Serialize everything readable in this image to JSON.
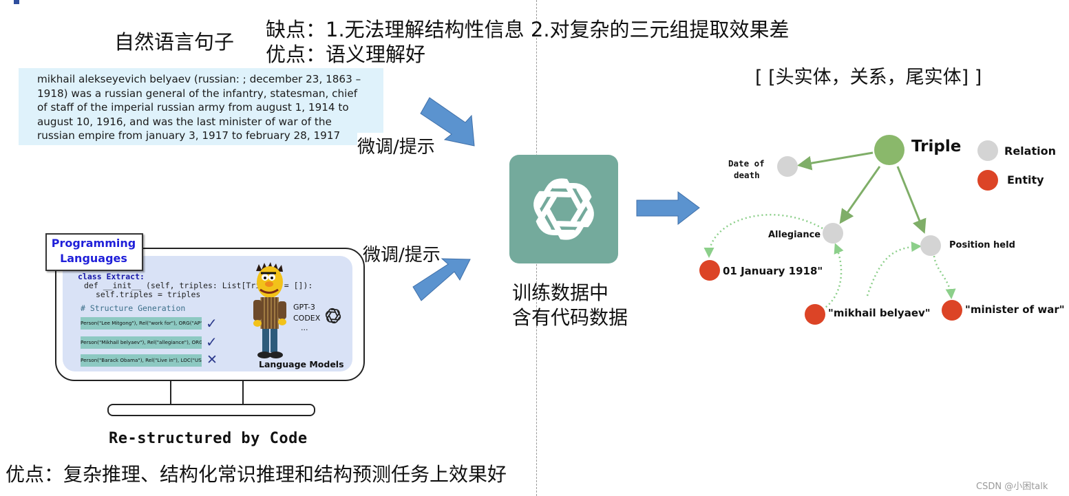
{
  "header": {
    "natural_language_title": "自然语言句子",
    "cons": "缺点：1.无法理解结构性信息 2.对复杂的三元组提取效果差",
    "pros": "优点：语义理解好"
  },
  "sentence": {
    "lines": [
      "mikhail alekseyevich belyaev (russian: ; december 23, 1863 –",
      "1918) was a russian general of the infantry, statesman, chief",
      "of staff of the imperial russian army from august 1, 1914 to",
      "august 10, 1916, and was the last minister of war of the",
      "russian empire from january 3, 1917 to february 28, 1917"
    ]
  },
  "arrows": {
    "finetune_label_top": "微调/提示",
    "finetune_label_bottom": "微调/提示"
  },
  "center": {
    "training_line1": "训练数据中",
    "training_line2": "含有代码数据",
    "icon": "openai-logo-icon"
  },
  "code_panel": {
    "pl_line1": "Programming",
    "pl_line2": "Languages",
    "code_line1": "class Extract:",
    "code_line2": "def __init__ (self, triples: List[Triple] = []):",
    "code_line3": "self.triples = triples",
    "comment": "# Structure Generation",
    "structures": [
      {
        "text": "Person(\"Lee Mitgong\"),  Rel(\"work for\"), ORG(\"AP\"))",
        "mark": "✓"
      },
      {
        "text": "Person(\"Mikhail belyaev\"), Rel(\"allegiance\"), ORG(\"russian army\"))",
        "mark": "✓"
      },
      {
        "text": "Person(\"Barack Obama\"),  Rel(\"Live in\"), LOC(\"USA\"))",
        "mark": "✕"
      }
    ],
    "models": [
      "GPT-3",
      "CODEX",
      "..."
    ],
    "models_label": "Language Models",
    "restructured_label": "Re-structured by Code",
    "code_pros": "优点：复杂推理、结构化常识推理和结构预测任务上效果好"
  },
  "graph": {
    "format": "[ [头实体，关系，尾实体] ]",
    "triple": "Triple",
    "legend_relation": "Relation",
    "legend_entity": "Entity",
    "date_of_death_1": "Date of",
    "date_of_death_2": "death",
    "allegiance": "Allegiance",
    "position_held": "Position held",
    "date_value": "01 January 1918\"",
    "mikhail": "\"mikhail belyaev\"",
    "minister": "\"minister of war\""
  },
  "colors": {
    "relation_node": "#d4d4d4",
    "entity_node": "#dc4426",
    "triple_node": "#8ab86b",
    "arrow_blue": "#5b93cf",
    "openai_tile": "#74aa9c"
  },
  "watermark": "CSDN @小困talk"
}
